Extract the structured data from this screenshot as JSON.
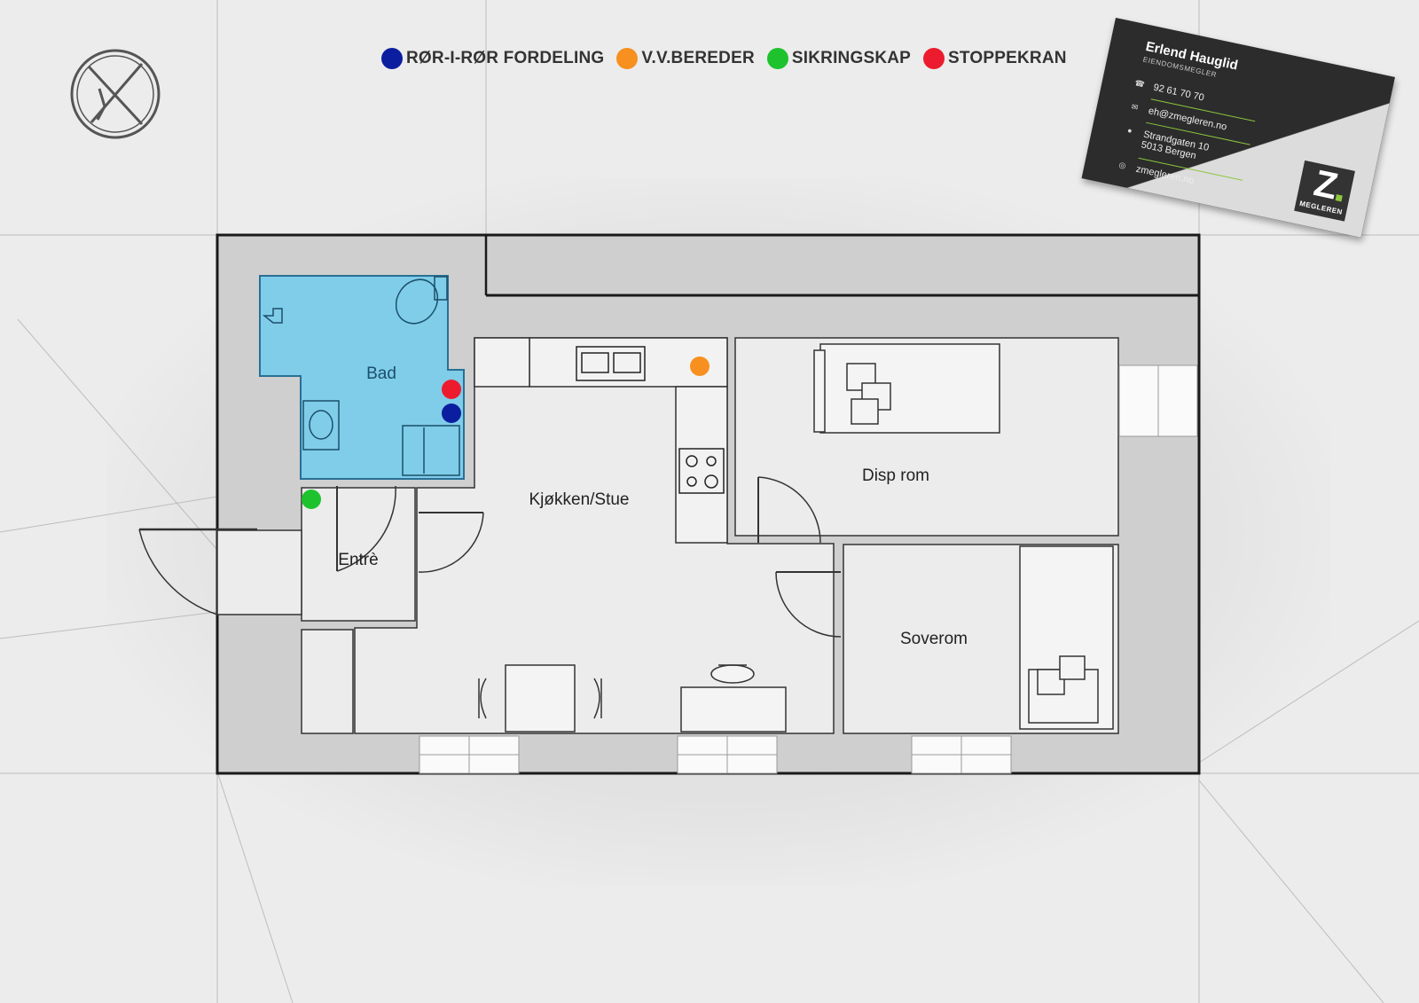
{
  "legend": [
    {
      "label": "RØR-I-RØR FORDELING",
      "color": "#0b1ea0"
    },
    {
      "label": "V.V.BEREDER",
      "color": "#f7901e"
    },
    {
      "label": "SIKRINGSKAP",
      "color": "#1ec22d"
    },
    {
      "label": "STOPPEKRAN",
      "color": "#ec1c2e"
    }
  ],
  "rooms": {
    "bad": "Bad",
    "kjokken": "Kjøkken/Stue",
    "disp": "Disp rom",
    "entre": "Entrè",
    "soverom": "Soverom"
  },
  "markers": {
    "ror": "RØR-I-RØR FORDELING",
    "bereder": "V.V.BEREDER",
    "sikring": "SIKRINGSKAP",
    "stoppekran": "STOPPEKRAN"
  },
  "marker_colors": {
    "ror": "#0b1ea0",
    "bereder": "#f7901e",
    "sikring": "#1ec22d",
    "stoppekran": "#ec1c2e"
  },
  "bath_color": "#7fcde9",
  "card": {
    "name": "Erlend Hauglid",
    "role": "EIENDOMSMEGLER",
    "phone": "92 61 70 70",
    "email": "eh@zmegleren.no",
    "address_line1": "Strandgaten 10",
    "address_line2": "5013 Bergen",
    "web": "zmegleren.no",
    "logo_letter": "Z",
    "logo_text": "MEGLEREN"
  }
}
